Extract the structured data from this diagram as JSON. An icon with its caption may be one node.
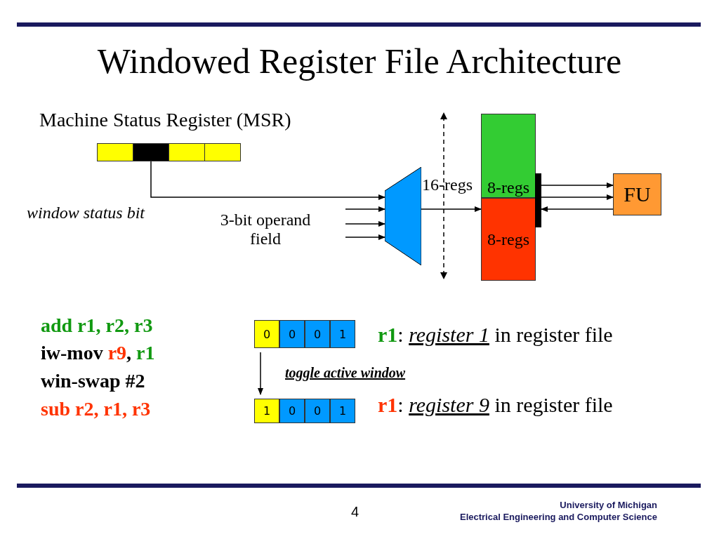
{
  "diagram": {
    "title": "Windowed Register File Architecture",
    "nodes": [
      {
        "text": [
          "Machine Status Register (MSR)"
        ]
      },
      {
        "text": [],
        "shape": "box",
        "in": 0
      },
      {
        "text": [],
        "shape": "box",
        "in": 0
      },
      {
        "text": [],
        "shape": "box",
        "in": 0
      },
      {
        "text": [],
        "shape": "box",
        "in": 0
      },
      {
        "text": [],
        "shape": "trapezoid"
      },
      {
        "text": [
          "8-regs"
        ]
      },
      {
        "text": [
          "8-regs"
        ]
      },
      {
        "text": [],
        "shape": "bar"
      },
      {
        "text": [
          "FU"
        ]
      },
      {
        "text": [
          "0"
        ]
      },
      {
        "text": [
          "0"
        ]
      },
      {
        "text": [
          "0"
        ]
      },
      {
        "text": [
          "1"
        ]
      },
      {
        "text": [
          "1"
        ]
      },
      {
        "text": [
          "0"
        ]
      },
      {
        "text": [
          "0"
        ]
      },
      {
        "text": [
          "1"
        ]
      }
    ],
    "edges": [
      {
        "from": 2,
        "to": 5,
        "arrow": "to"
      },
      {
        "from": null,
        "to": 5,
        "arrow": "to"
      },
      {
        "from": null,
        "to": 5,
        "arrow": "to"
      },
      {
        "from": null,
        "to": 5,
        "arrow": "to"
      },
      {
        "from": 5,
        "to": 7,
        "arrow": "to"
      },
      {
        "from": 8,
        "to": 9,
        "arrow": "to"
      },
      {
        "from": 8,
        "to": 9,
        "arrow": "to"
      },
      {
        "from": 9,
        "to": 8,
        "arrow": "to"
      },
      {
        "from": 10,
        "to": 14,
        "arrow": "to",
        "label": "toggle active window"
      }
    ],
    "labels": [
      "window status bit",
      "3-bit operand field",
      "16-regs",
      "add r1, r2, r3",
      "iw-mov r9, r1",
      "win-swap #2",
      "sub r2, r1, r3",
      "**r1**: *register 1* in register file",
      "**r1**: *register 9* in register file",
      "4",
      "University of Michigan",
      "Electrical Engineering and Computer Science"
    ]
  }
}
